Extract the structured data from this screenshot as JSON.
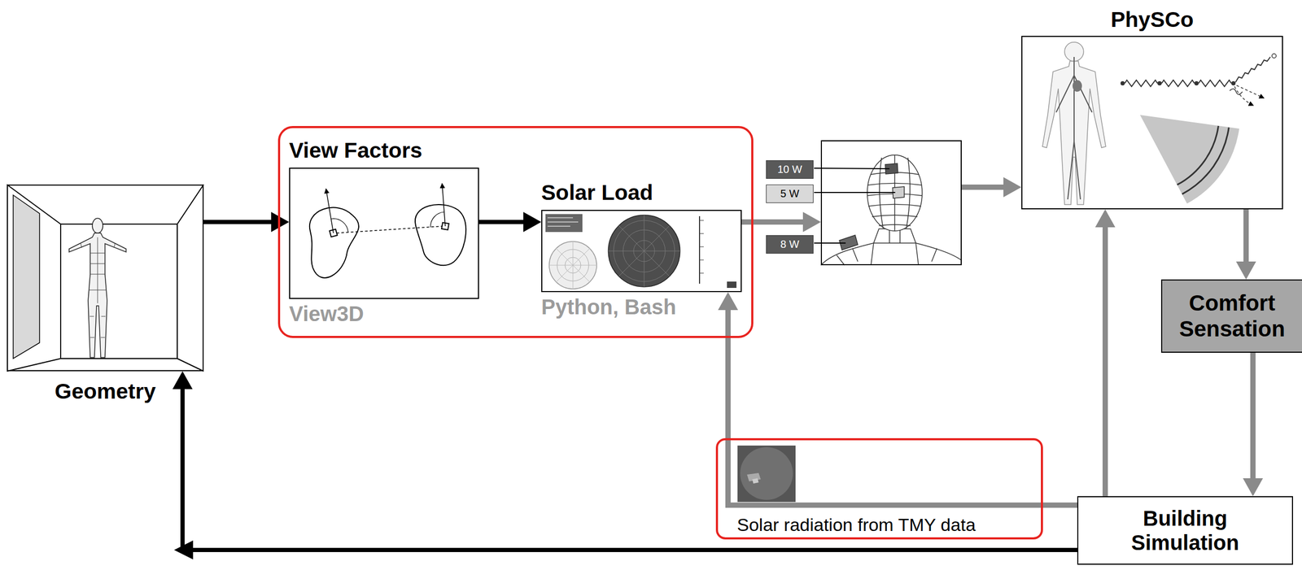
{
  "diagram": {
    "nodes": [
      {
        "text": [
          "Geometry"
        ]
      },
      {
        "text": []
      },
      {
        "text": [
          "View Factors",
          "View3D"
        ],
        "in": 1
      },
      {
        "text": [
          "Solar Load",
          "Python, Bash"
        ],
        "in": 1
      },
      {
        "text": [
          "10 W"
        ]
      },
      {
        "text": [
          "5 W"
        ]
      },
      {
        "text": [
          "8 W"
        ]
      },
      {
        "text": []
      },
      {
        "text": [
          "PhySCo"
        ]
      },
      {
        "text": [
          "Comfort Sensation"
        ]
      },
      {
        "text": [
          "Solar radiation from TMY data"
        ]
      },
      {
        "text": [
          "Building Simulation"
        ]
      }
    ],
    "edges": [
      {
        "from": 0,
        "to": 2,
        "arrow": "to"
      },
      {
        "from": 2,
        "to": 3,
        "arrow": "to"
      },
      {
        "from": 3,
        "to": 7,
        "arrow": "to"
      },
      {
        "from": 7,
        "to": 8,
        "arrow": "to"
      },
      {
        "from": 8,
        "to": 9,
        "arrow": "to"
      },
      {
        "from": 9,
        "to": 11,
        "arrow": "to"
      },
      {
        "from": 11,
        "to": 8,
        "arrow": "to"
      },
      {
        "from": 11,
        "to": 3,
        "arrow": "to"
      },
      {
        "from": 11,
        "to": 0,
        "arrow": "to"
      }
    ]
  }
}
